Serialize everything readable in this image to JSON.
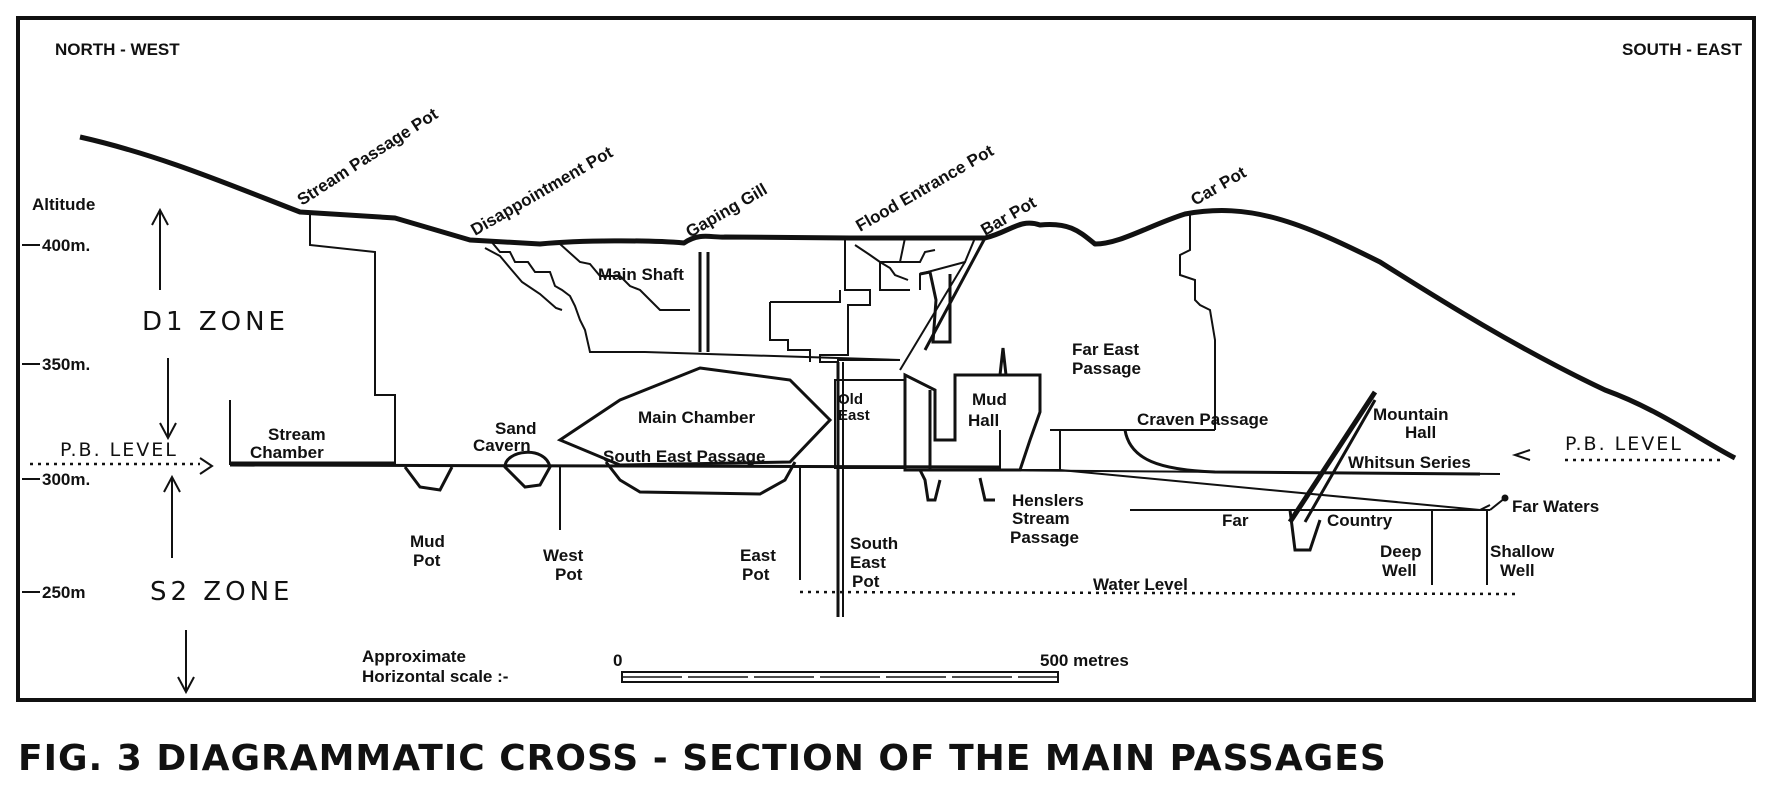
{
  "figure": {
    "caption": "FIG. 3  DIAGRAMMATIC CROSS - SECTION OF THE MAIN PASSAGES",
    "direction_left": "NORTH - WEST",
    "direction_right": "SOUTH - EAST"
  },
  "altitude_axis": {
    "title": "Altitude",
    "ticks": [
      "400m.",
      "350m.",
      "300m.",
      "250m"
    ]
  },
  "zones": {
    "upper": "D1 ZONE",
    "lower": "S2 ZONE",
    "pb_level_left": "P.B. LEVEL",
    "pb_level_right": "P.B. LEVEL"
  },
  "surface_labels": {
    "stream_passage_pot": "Stream Passage Pot",
    "disappointment_pot": "Disappointment Pot",
    "gaping_gill": "Gaping Gill",
    "flood_entrance_pot": "Flood Entrance Pot",
    "bar_pot": "Bar Pot",
    "car_pot": "Car Pot"
  },
  "cave_labels": {
    "main_shaft": "Main Shaft",
    "stream_chamber_1": "Stream",
    "stream_chamber_2": "Chamber",
    "sand_cavern_1": "Sand",
    "sand_cavern_2": "Cavern",
    "main_chamber": "Main Chamber",
    "south_east_passage": "South East Passage",
    "old_east_1": "Old",
    "old_east_2": "East",
    "mud_hall_1": "Mud",
    "mud_hall_2": "Hall",
    "far_east_passage_1": "Far East",
    "far_east_passage_2": "Passage",
    "craven_passage": "Craven Passage",
    "mountain_hall_1": "Mountain",
    "mountain_hall_2": "Hall",
    "whitsun_series": "Whitsun Series",
    "far_waters": "Far Waters",
    "hensler_1": "Henslers",
    "hensler_2": "Stream",
    "hensler_3": "Passage",
    "far_country_1": "Far",
    "far_country_2": "Country",
    "mud_pot_1": "Mud",
    "mud_pot_2": "Pot",
    "west_pot_1": "West",
    "west_pot_2": "Pot",
    "east_pot_1": "East",
    "east_pot_2": "Pot",
    "se_pot_1": "South",
    "se_pot_2": "East",
    "se_pot_3": "Pot",
    "deep_well_1": "Deep",
    "deep_well_2": "Well",
    "shallow_well_1": "Shallow",
    "shallow_well_2": "Well",
    "water_level": "Water Level"
  },
  "scale": {
    "label_1": "Approximate",
    "label_2": "Horizontal  scale :-",
    "start": "0",
    "end": "500 metres"
  }
}
